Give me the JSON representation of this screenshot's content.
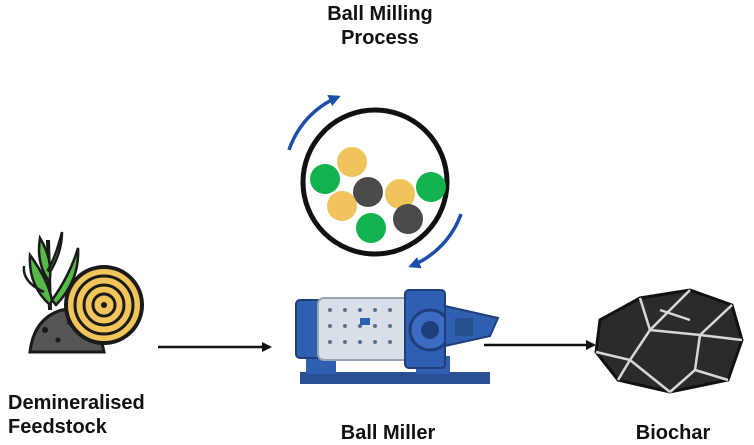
{
  "title": {
    "line1": "Ball Milling",
    "line2": "Process"
  },
  "feedstock": {
    "line1": "Demineralised",
    "line2": "Feedstock",
    "icon": "plant-and-hay-bale-icon"
  },
  "miller": {
    "label": "Ball Miller",
    "icon": "ball-mill-machine-icon"
  },
  "biochar": {
    "label": "Biochar",
    "icon": "charcoal-chunk-icon"
  },
  "colors": {
    "green_ball": "#12b24f",
    "yellow_ball": "#f0c35c",
    "gray_ball": "#4a4a4a",
    "rotation_arrow": "#1e4fa8",
    "machine_blue": "#2f5fb0",
    "arrow": "#111111"
  }
}
